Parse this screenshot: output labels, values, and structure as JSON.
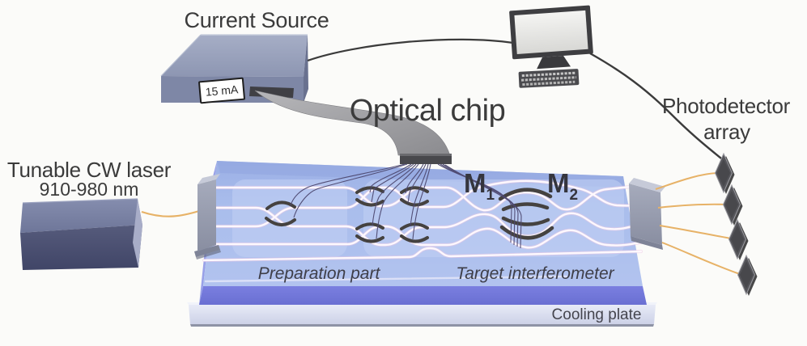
{
  "labels": {
    "current_source": "Current Source",
    "current_display": "15 mA",
    "optical_chip": "Optical chip",
    "laser_line1": "Tunable CW laser",
    "laser_line2": "910-980 nm",
    "photodetector_line1": "Photodetector",
    "photodetector_line2": "array",
    "m1_base": "M",
    "m1_sub": "1",
    "m2_base": "M",
    "m2_sub": "2",
    "preparation": "Preparation part",
    "target": "Target interferometer",
    "cooling_plate": "Cooling plate"
  },
  "colors": {
    "background": "#fbfbf9",
    "text": "#3b3b3b",
    "chip_top": "#a9bdec",
    "chip_panel": "#c0cef4",
    "chip_front": "#7378da",
    "cooling_plate_face": "#dcdff0",
    "waveguide": "#fdf8fd",
    "heater": "#454240",
    "control_wire": "#4d4870",
    "optical_fiber": "#e7b267",
    "coupler_gray": "#9aa0b3",
    "laser_front": "#4f5477",
    "source_front": "#7e87a6",
    "monitor_frame": "#3e3e41",
    "screen": "#ebebe9",
    "detector": "#55555a"
  }
}
